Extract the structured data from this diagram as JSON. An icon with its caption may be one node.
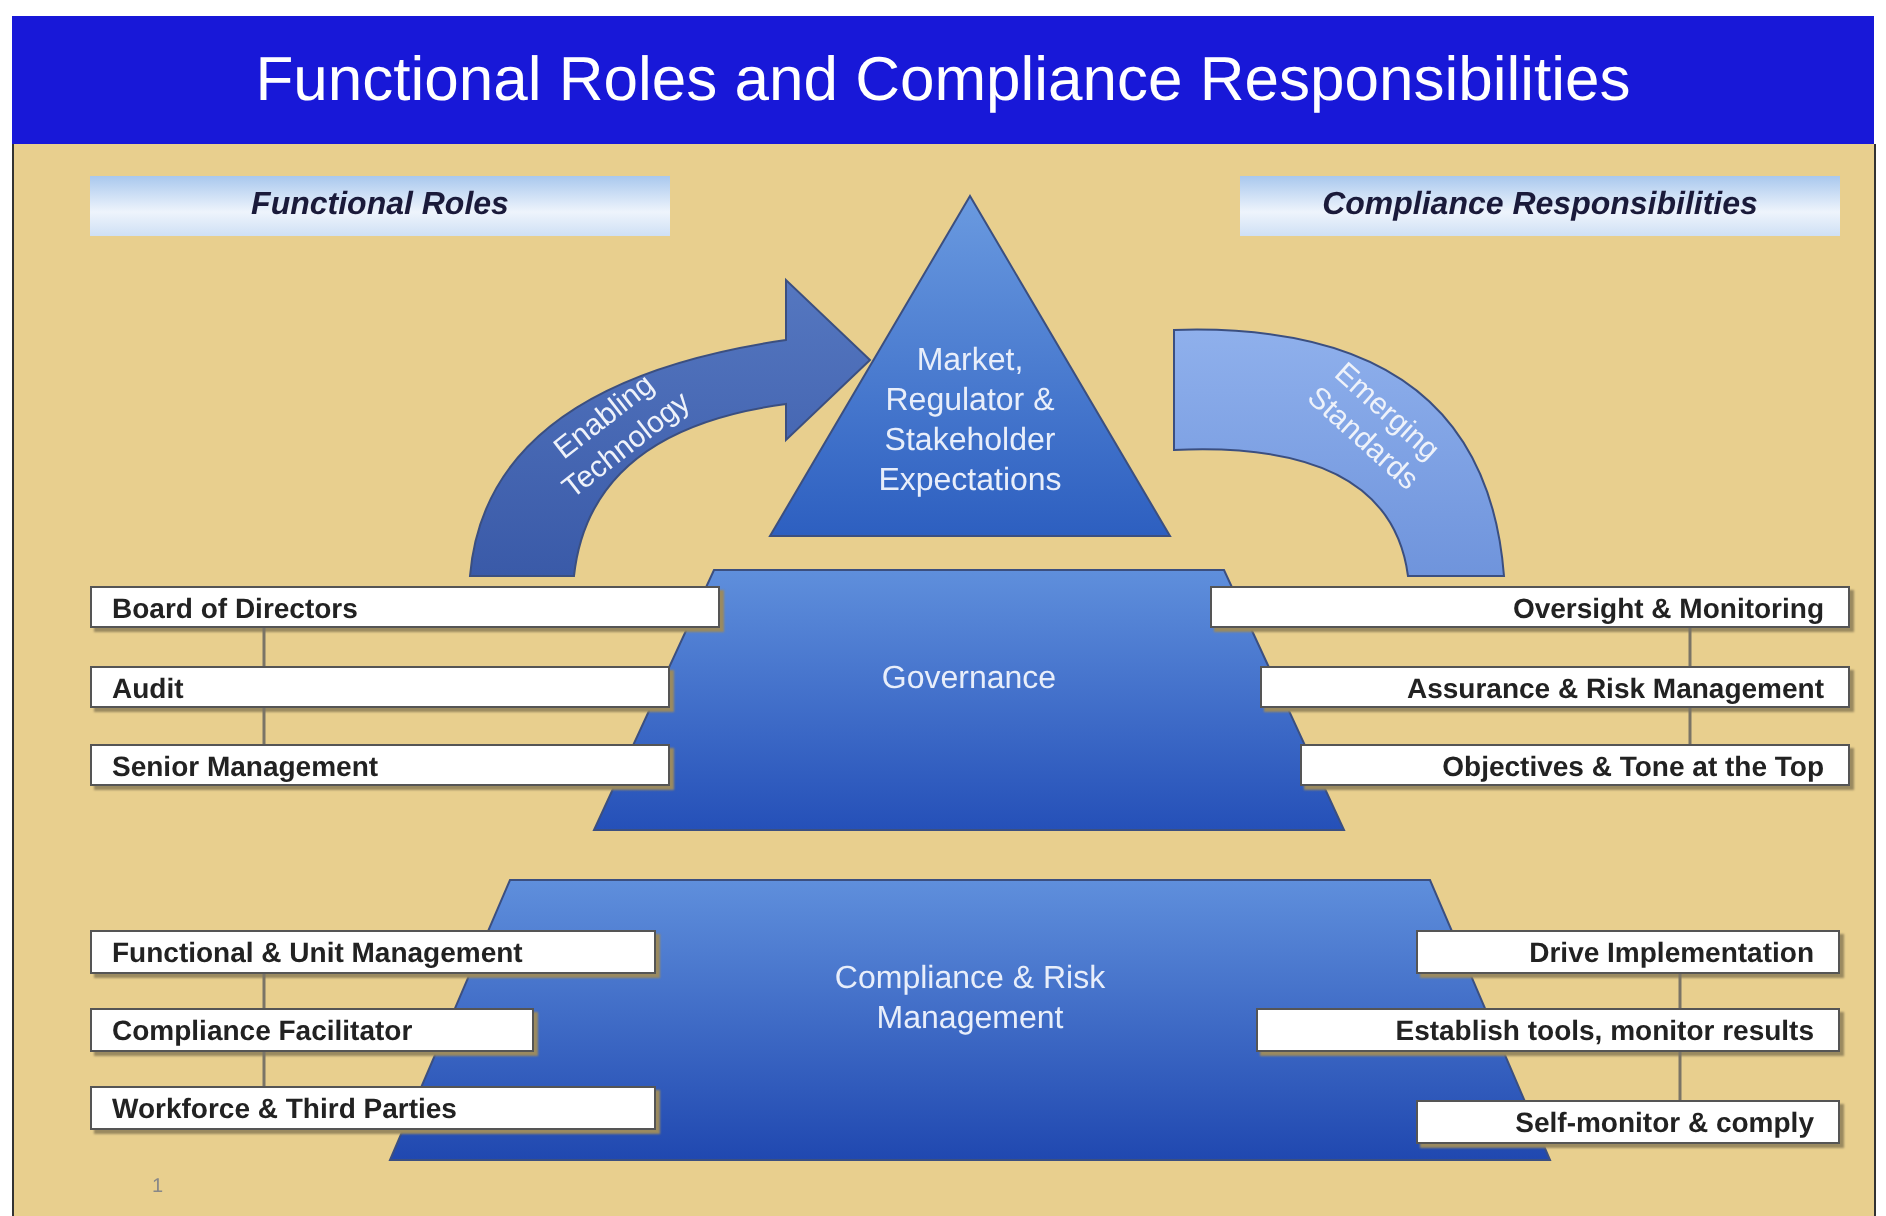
{
  "diagram": {
    "title": "Functional Roles and Compliance Responsibilities",
    "nodes": [
      {
        "text": [
          "Functional Roles"
        ]
      },
      {
        "text": [
          "Compliance Responsibilities"
        ]
      },
      {
        "text": [
          "Market, Regulator & Stakeholder Expectations"
        ]
      },
      {
        "text": [
          "Enabling Technology"
        ]
      },
      {
        "text": [
          "Emerging Standards"
        ]
      },
      {
        "text": [
          "Governance"
        ]
      },
      {
        "text": [
          "Compliance & Risk Management"
        ]
      },
      {
        "text": [
          "Board of Directors"
        ]
      },
      {
        "text": [
          "Audit"
        ]
      },
      {
        "text": [
          "Senior Management"
        ]
      },
      {
        "text": [
          "Functional & Unit Management"
        ]
      },
      {
        "text": [
          "Compliance Facilitator"
        ]
      },
      {
        "text": [
          "Workforce & Third Parties"
        ]
      },
      {
        "text": [
          "Oversight & Monitoring"
        ]
      },
      {
        "text": [
          "Assurance & Risk Management"
        ]
      },
      {
        "text": [
          "Objectives & Tone at the Top"
        ]
      },
      {
        "text": [
          "Drive Implementation"
        ]
      },
      {
        "text": [
          "Establish tools, monitor results"
        ]
      },
      {
        "text": [
          "Self-monitor & comply"
        ]
      }
    ],
    "edges": [
      {
        "from": 7,
        "to": 8,
        "arrow": "none"
      },
      {
        "from": 8,
        "to": 9,
        "arrow": "none"
      },
      {
        "from": 10,
        "to": 11,
        "arrow": "none"
      },
      {
        "from": 11,
        "to": 12,
        "arrow": "none"
      },
      {
        "from": 13,
        "to": 14,
        "arrow": "none"
      },
      {
        "from": 14,
        "to": 15,
        "arrow": "none"
      },
      {
        "from": 16,
        "to": 17,
        "arrow": "none"
      },
      {
        "from": 17,
        "to": 18,
        "arrow": "none"
      }
    ],
    "labels": [
      "1"
    ]
  }
}
